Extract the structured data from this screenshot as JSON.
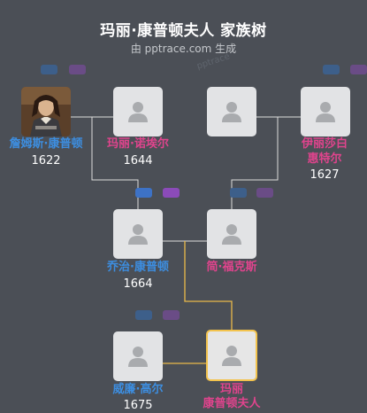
{
  "header": {
    "title": "玛丽·康普顿夫人 家族树",
    "subtitle": "由 pptrace.com 生成",
    "watermark": "pptrace"
  },
  "people": {
    "james": {
      "name": "詹姆斯·康普顿",
      "year": "1622",
      "gender": "male"
    },
    "mary_noel": {
      "name": "玛丽·诺埃尔",
      "year": "1644",
      "gender": "female"
    },
    "elizabeth_line1": "伊丽莎白",
    "elizabeth_line2": "惠特尔",
    "elizabeth_year": "1627",
    "george": {
      "name": "乔治·康普顿",
      "year": "1664",
      "gender": "male"
    },
    "jane": {
      "name": "简·福克斯",
      "year": "",
      "gender": "female"
    },
    "william": {
      "name": "威廉·高尔",
      "year": "1675",
      "gender": "male"
    },
    "mary_line1": "玛丽",
    "mary_line2": "康普顿夫人"
  },
  "colors": {
    "background": "#4b4f56",
    "male": "#3d8ee0",
    "female": "#e0448d",
    "selected_border": "#f3c34d",
    "father_button": "#3d72c6",
    "mother_button": "#8b4bb9"
  }
}
